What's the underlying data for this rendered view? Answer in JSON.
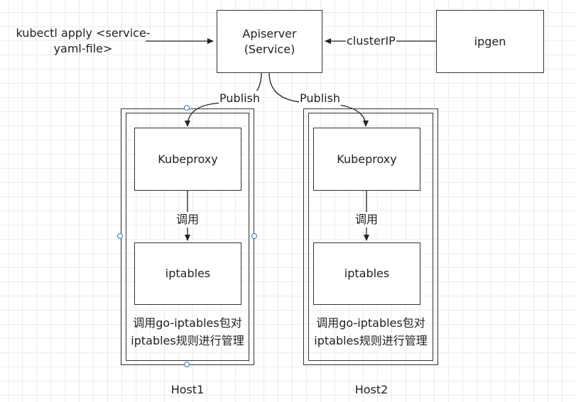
{
  "input": {
    "command": "kubectl apply <service-yaml-file>"
  },
  "apiserver": {
    "line1": "Apiserver",
    "line2": "(Service)"
  },
  "ipgen": {
    "label": "ipgen"
  },
  "edges": {
    "cluster_ip": "clusterIP",
    "publish_left": "Publish",
    "publish_right": "Publish"
  },
  "hosts": [
    {
      "name": "Host1",
      "kubeproxy": "Kubeproxy",
      "call": "调用",
      "iptables": "iptables",
      "note_line1": "调用go-iptables包对",
      "note_line2": "iptables规则进行管理",
      "selected": true
    },
    {
      "name": "Host2",
      "kubeproxy": "Kubeproxy",
      "call": "调用",
      "iptables": "iptables",
      "note_line1": "调用go-iptables包对",
      "note_line2": "iptables规则进行管理",
      "selected": false
    }
  ]
}
